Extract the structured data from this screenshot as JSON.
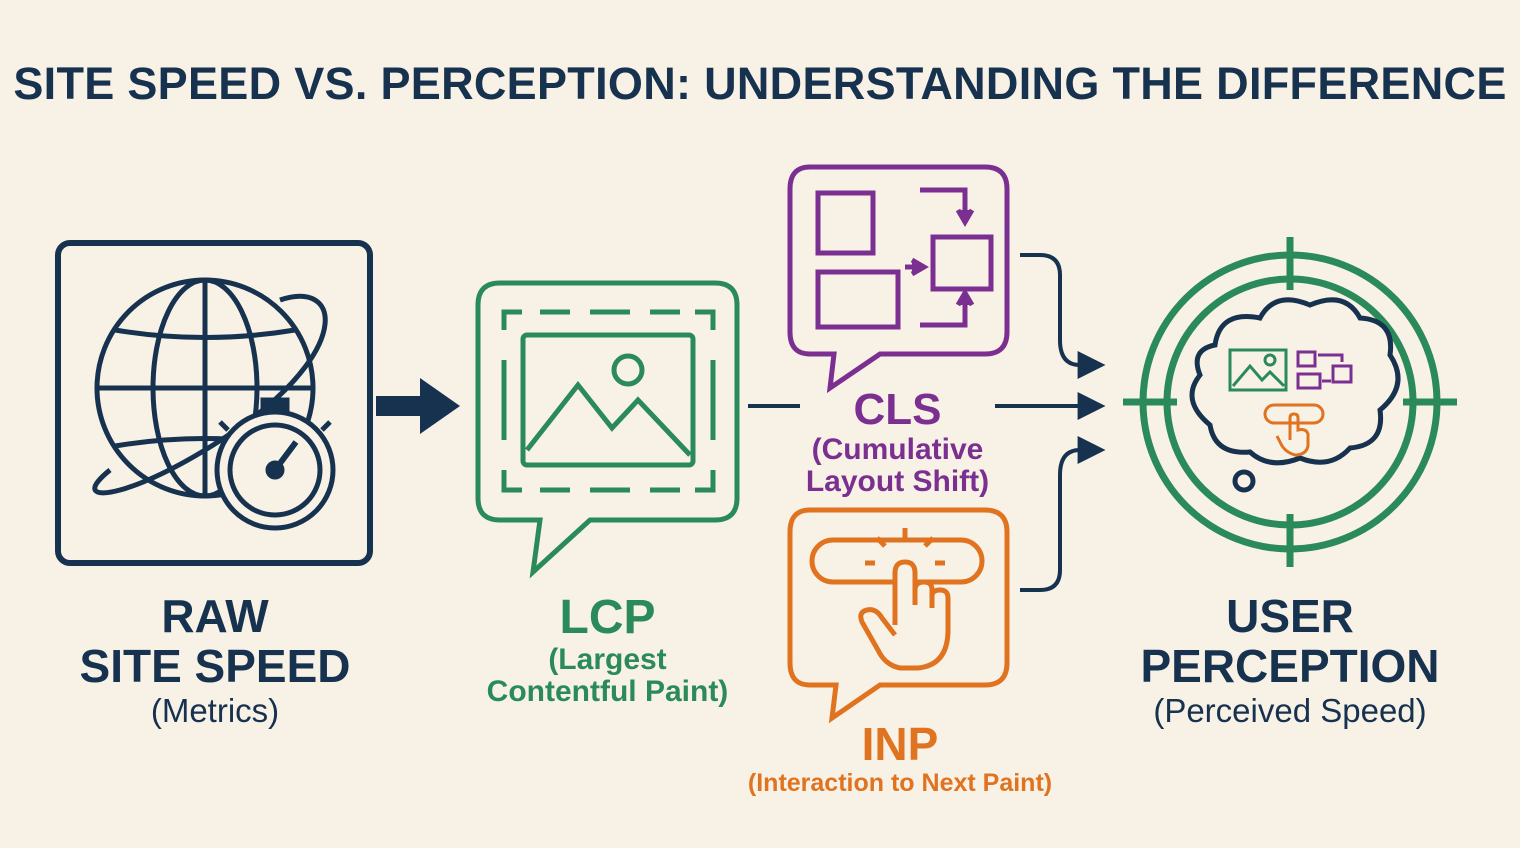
{
  "title": "SITE SPEED VS. PERCEPTION: UNDERSTANDING THE DIFFERENCE",
  "nodes": {
    "raw": {
      "line1": "RAW",
      "line2": "SITE SPEED",
      "sub": "(Metrics)"
    },
    "lcp": {
      "main": "LCP",
      "sub1": "(Largest",
      "sub2": "Contentful Paint)"
    },
    "cls": {
      "main": "CLS",
      "sub1": "(Cumulative",
      "sub2": "Layout Shift)"
    },
    "inp": {
      "main": "INP",
      "sub": "(Interaction to Next Paint)"
    },
    "user": {
      "line1": "USER",
      "line2": "PERCEPTION",
      "sub": "(Perceived Speed)"
    }
  },
  "colors": {
    "navy": "#17324f",
    "green": "#2b8a5a",
    "purple": "#7b2f91",
    "orange": "#e0731f",
    "background": "#f8f1e6"
  },
  "icons": [
    "globe-icon",
    "stopwatch-icon",
    "image-icon",
    "layout-shift-icon",
    "tap-hand-icon",
    "target-icon",
    "thought-cloud-icon"
  ]
}
